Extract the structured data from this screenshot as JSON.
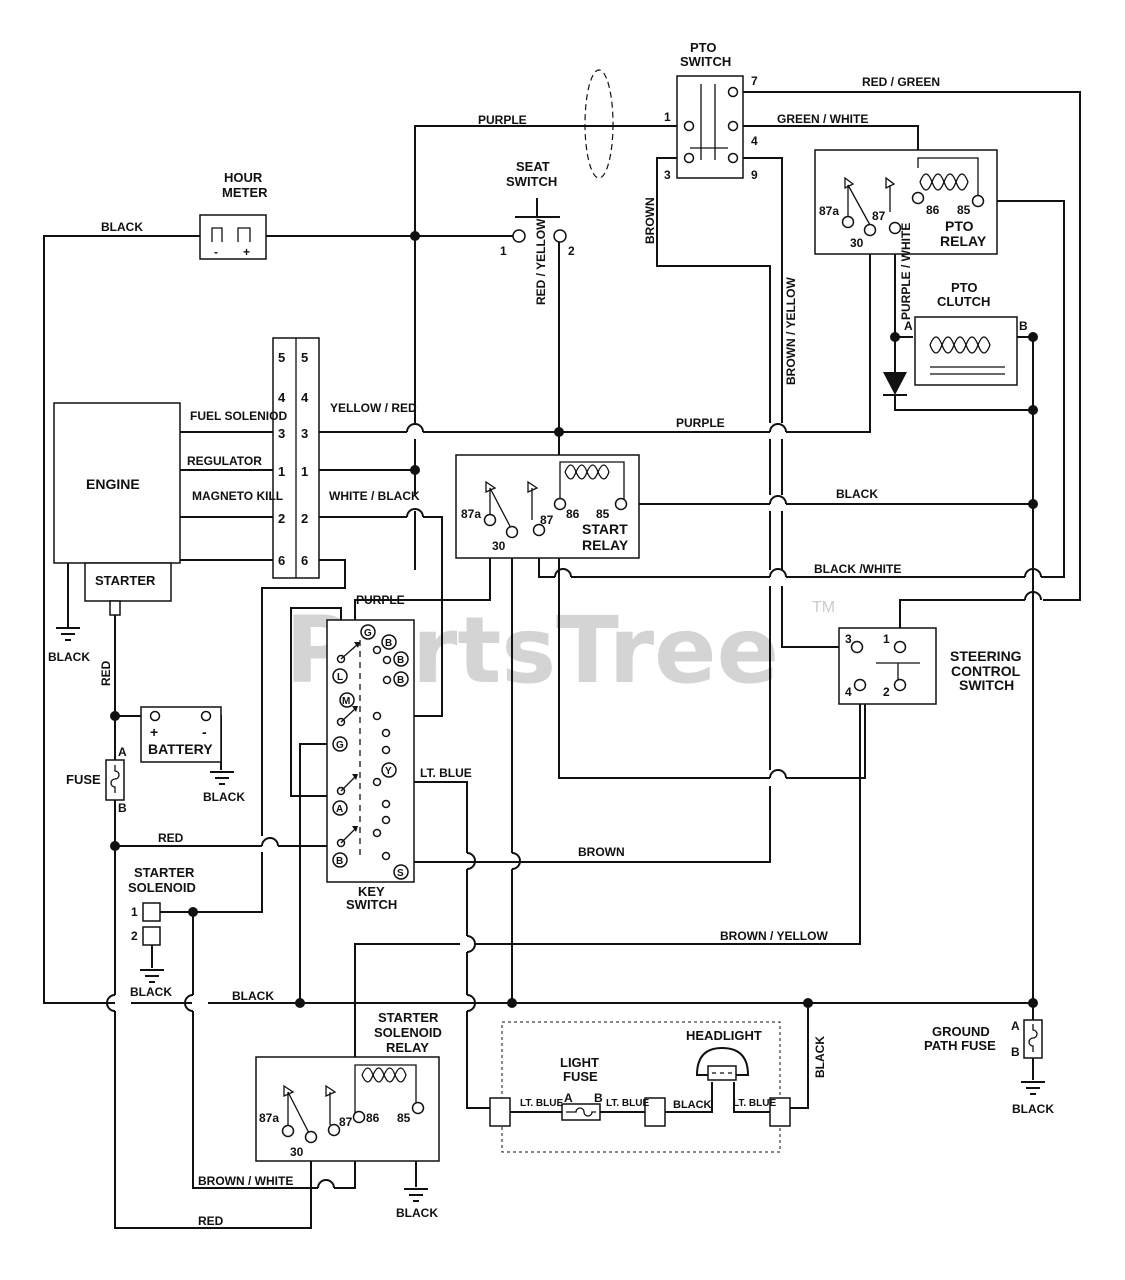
{
  "watermark": {
    "text": "PartsTree",
    "tm": "TM"
  },
  "components": {
    "pto_switch": {
      "line1": "PTO",
      "line2": "SWITCH",
      "pins": [
        "1",
        "7",
        "4",
        "3",
        "9"
      ]
    },
    "hour_meter": {
      "line1": "HOUR",
      "line2": "METER",
      "minus": "-",
      "plus": "+"
    },
    "seat_switch": {
      "line1": "SEAT",
      "line2": "SWITCH",
      "pin1": "1",
      "pin2": "2"
    },
    "pto_relay": {
      "line1": "PTO",
      "line2": "RELAY",
      "pins": [
        "87a",
        "30",
        "87",
        "86",
        "85"
      ]
    },
    "pto_clutch": {
      "line1": "PTO",
      "line2": "CLUTCH",
      "a": "A",
      "b": "B"
    },
    "engine": {
      "label": "ENGINE",
      "starter": "STARTER"
    },
    "connector": {
      "left": [
        "5",
        "4",
        "3",
        "1",
        "2",
        "6"
      ],
      "right": [
        "5",
        "4",
        "3",
        "1",
        "2",
        "6"
      ]
    },
    "start_relay": {
      "line1": "START",
      "line2": "RELAY",
      "pins": [
        "87a",
        "30",
        "87",
        "86",
        "85"
      ]
    },
    "steering": {
      "line1": "STEERING",
      "line2": "CONTROL",
      "line3": "SWITCH",
      "pins": [
        "3",
        "1",
        "4",
        "2"
      ]
    },
    "battery": {
      "label": "BATTERY",
      "plus": "+",
      "minus": "-"
    },
    "fuse": {
      "label": "FUSE",
      "a": "A",
      "b": "B"
    },
    "key_switch": {
      "line1": "KEY",
      "line2": "SWITCH",
      "letters": [
        "G",
        "B",
        "B",
        "B",
        "L",
        "M",
        "G",
        "Y",
        "A",
        "B",
        "S"
      ]
    },
    "starter_solenoid": {
      "line1": "STARTER",
      "line2": "SOLENOID",
      "pin1": "1",
      "pin2": "2"
    },
    "solenoid_relay": {
      "line1": "STARTER",
      "line2": "SOLENOID",
      "line3": "RELAY",
      "pins": [
        "87a",
        "30",
        "87",
        "86",
        "85"
      ]
    },
    "headlight": {
      "label": "HEADLIGHT"
    },
    "light_fuse": {
      "line1": "LIGHT",
      "line2": "FUSE",
      "a": "A",
      "b": "B"
    },
    "ground_fuse": {
      "line1": "GROUND",
      "line2": "PATH FUSE",
      "a": "A",
      "b": "B"
    }
  },
  "wires": {
    "red_green": "RED / GREEN",
    "purple_top": "PURPLE",
    "green_white": "GREEN / WHITE",
    "brown_vert": "BROWN",
    "black_top": "BLACK",
    "red_yellow": "RED / YELLOW",
    "brown_yellow_vert": "BROWN / YELLOW",
    "purple_white": "PURPLE / WHITE",
    "fuel_solenoid": "FUEL SOLENIOD",
    "regulator": "REGULATOR",
    "magneto_kill": "MAGNETO KILL",
    "yellow_red": "YELLOW / RED",
    "purple_mid": "PURPLE",
    "white_black": "WHITE / BLACK",
    "black_start": "BLACK",
    "black_white": "BLACK /WHITE",
    "purple_key": "PURPLE",
    "black_gnd_engine": "BLACK",
    "red_vert": "RED",
    "black_batt": "BLACK",
    "lt_blue_key": "LT. BLUE",
    "red_fuse": "RED",
    "brown_bottom": "BROWN",
    "black_solenoid": "BLACK",
    "brown_yellow_bottom": "BROWN / YELLOW",
    "black_bottom": "BLACK",
    "lt_blue_1": "LT. BLUE",
    "lt_blue_2": "LT. BLUE",
    "black_hl": "BLACK",
    "lt_blue_3": "LT. BLUE",
    "black_right": "BLACK",
    "brown_white": "BROWN / WHITE",
    "red_bottom": "RED",
    "black_relay_gnd": "BLACK",
    "black_gnd_path": "BLACK"
  }
}
